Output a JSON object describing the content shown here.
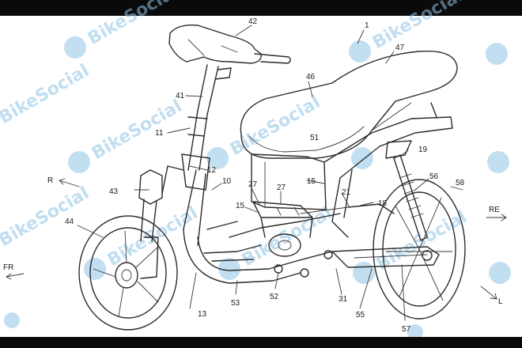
{
  "watermark": {
    "text": "BikeSocial",
    "color": "#8fc4e6"
  },
  "labels": {
    "n1": "1",
    "n11": "11",
    "n12": "12",
    "n10": "10",
    "n13": "13",
    "n15a": "15",
    "n15b": "15",
    "n18": "18",
    "n19": "19",
    "n21": "21",
    "n27a": "27",
    "n27b": "27",
    "n31": "31",
    "n41": "41",
    "n42": "42",
    "n43": "43",
    "n44": "44",
    "n46": "46",
    "n47": "47",
    "n51": "51",
    "n52": "52",
    "n53": "53",
    "n55": "55",
    "n56": "56",
    "n57": "57",
    "n58": "58"
  },
  "directions": {
    "r": "R",
    "re": "RE",
    "fr": "FR",
    "l": "L"
  }
}
